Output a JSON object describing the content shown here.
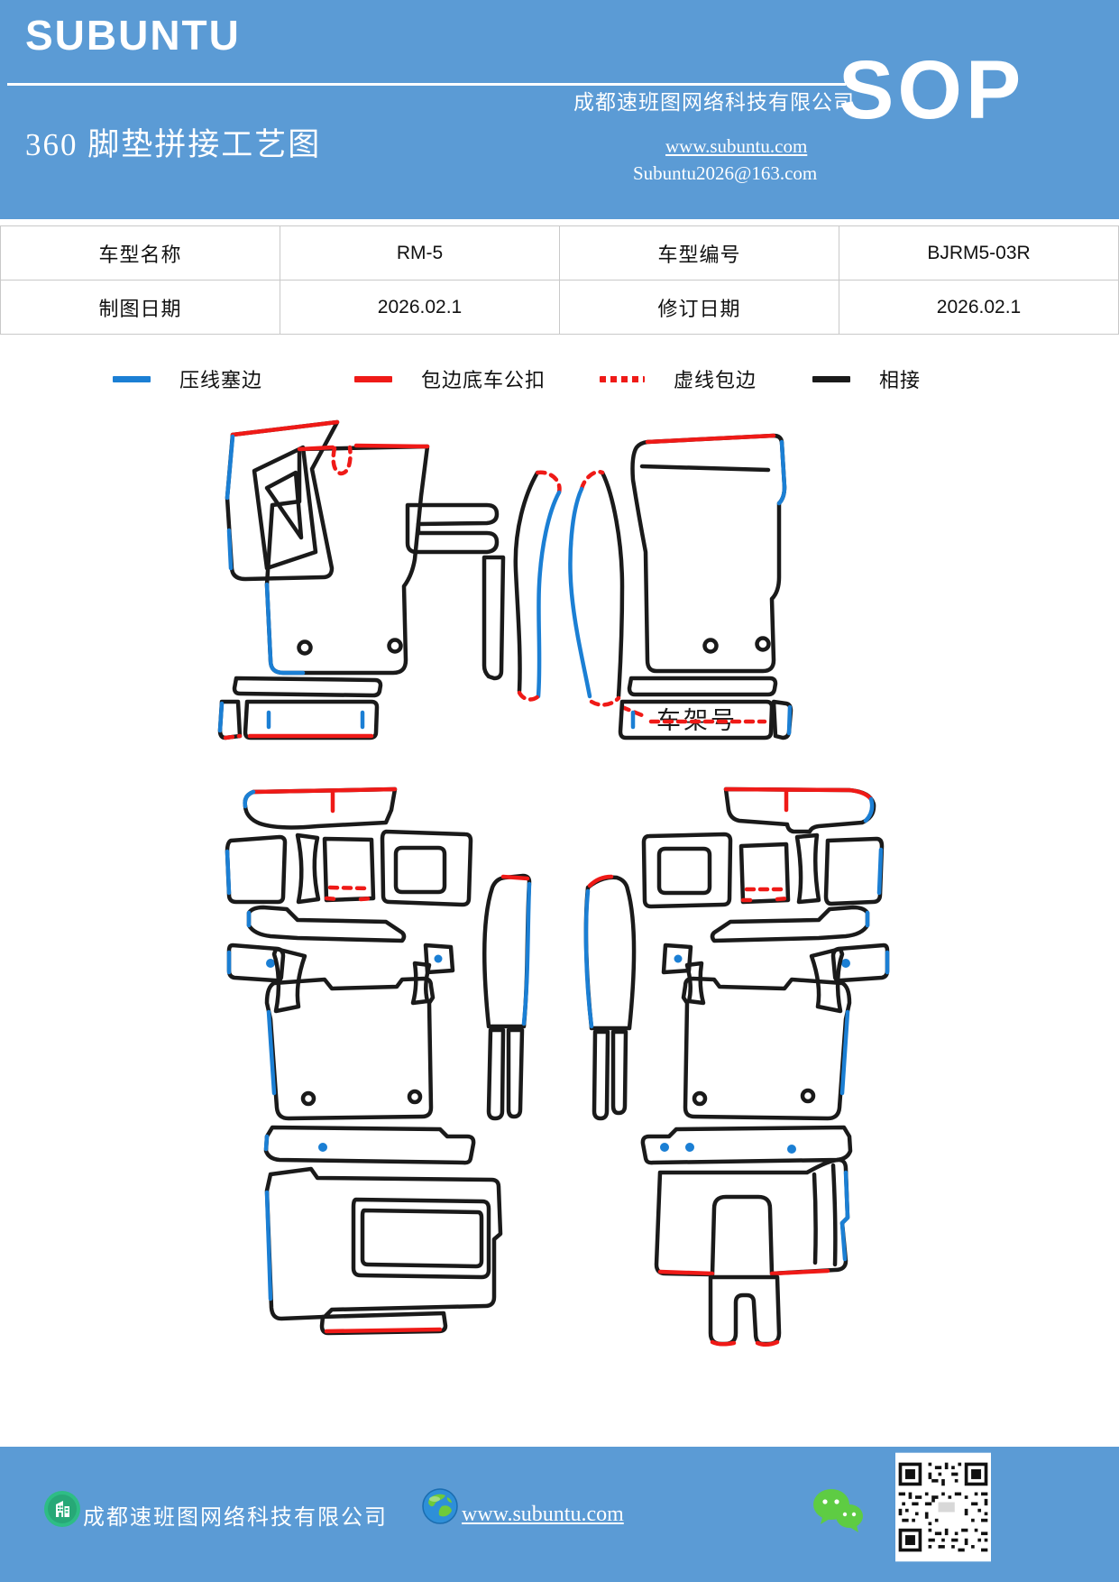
{
  "header": {
    "brand": "SUBUNTU",
    "title": "360 脚垫拼接工艺图",
    "company": "成都速班图网络科技有限公司",
    "website": "www.subuntu.com",
    "email": "Subuntu2026@163.com",
    "doc_type": "SOP"
  },
  "info_table": {
    "rows": [
      {
        "label1": "车型名称",
        "value1": "RM-5",
        "label2": "车型编号",
        "value2": "BJRM5-03R"
      },
      {
        "label1": "制图日期",
        "value1": "2026.02.1",
        "label2": "修订日期",
        "value2": "2026.02.1"
      }
    ]
  },
  "legend": {
    "items": [
      {
        "label": "压线塞边",
        "color": "#1b7fd4",
        "style": "solid"
      },
      {
        "label": "包边底车公扣",
        "color": "#ef1a17",
        "style": "solid"
      },
      {
        "label": "虚线包边",
        "color": "#ef1a17",
        "style": "dashed"
      },
      {
        "label": "相接",
        "color": "#1a1a1a",
        "style": "solid"
      }
    ]
  },
  "diagram": {
    "vin_label": "车架号"
  },
  "footer": {
    "company": "成都速班图网络科技有限公司",
    "website": "www.subuntu.com"
  },
  "colors": {
    "header_bg": "#5b9bd5",
    "line_blue": "#1b7fd4",
    "line_red": "#ef1a17",
    "line_black": "#1a1a1a",
    "wechat_green": "#5ecc43",
    "building_icon_green": "#2ebd85"
  }
}
